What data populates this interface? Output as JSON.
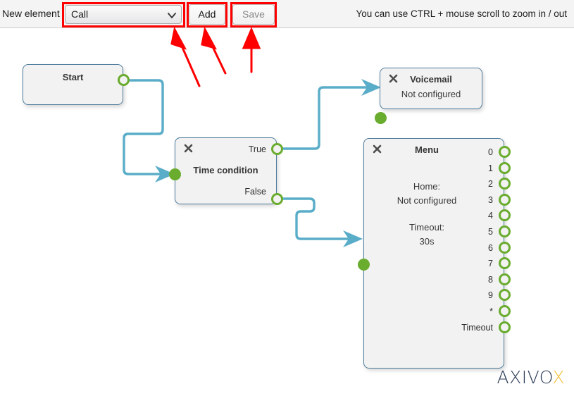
{
  "toolbar": {
    "label": "New element",
    "select": {
      "value": "Call",
      "caret_icon": "chevron-down-icon"
    },
    "add_label": "Add",
    "save_label": "Save",
    "hint": "You can use CTRL + mouse scroll to zoom in / out"
  },
  "nodes": {
    "start": {
      "title": "Start"
    },
    "time_condition": {
      "title": "Time condition",
      "close_icon": "close-icon",
      "out_true": "True",
      "out_false": "False"
    },
    "voicemail": {
      "title": "Voicemail",
      "subtitle": "Not configured",
      "close_icon": "close-icon"
    },
    "menu": {
      "title": "Menu",
      "close_icon": "close-icon",
      "home_label": "Home:",
      "home_value": "Not configured",
      "timeout_label": "Timeout:",
      "timeout_value": "30s",
      "ports": [
        "0",
        "1",
        "2",
        "3",
        "4",
        "5",
        "6",
        "7",
        "8",
        "9",
        "*",
        "Timeout"
      ]
    }
  },
  "logo": {
    "dark": "AXIVO",
    "accent": "X"
  },
  "colors": {
    "wire": "#5aadc8",
    "port_green": "#6aac2e",
    "node_border": "#4d7c9c",
    "node_fill": "#f2f2f2",
    "annotation_red": "#fe0000",
    "logo_dark": "#2b3a55",
    "logo_accent": "#f5c03a"
  }
}
